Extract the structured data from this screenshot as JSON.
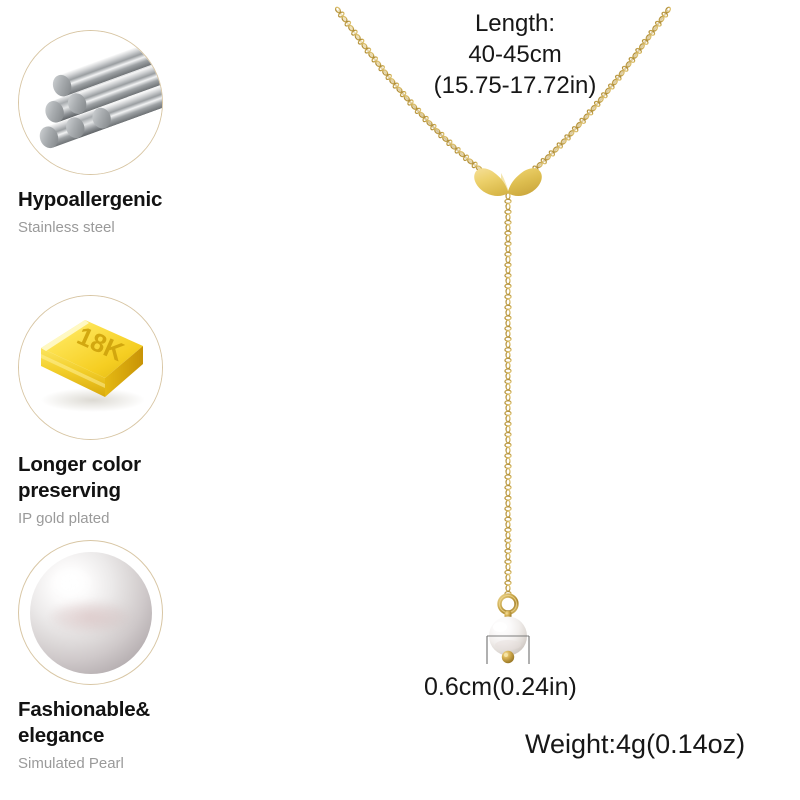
{
  "product": {
    "type": "butterfly lariat necklace with simulated pearl drop",
    "background_color": "#ffffff"
  },
  "features": [
    {
      "icon": "steel-rods-icon",
      "title": "Hypoallergenic",
      "subtitle": "Stainless steel",
      "circle_border_color": "#d8c6a4"
    },
    {
      "icon": "gold-bar-18k-icon",
      "icon_label": "18K",
      "title": "Longer color\npreserving",
      "subtitle": "IP gold plated",
      "circle_border_color": "#d8c6a4"
    },
    {
      "icon": "pearl-icon",
      "title": "Fashionable&\nelegance",
      "subtitle": "Simulated Pearl",
      "circle_border_color": "#d8c6a4"
    }
  ],
  "annotations": {
    "length": "Length:\n40-45cm\n(15.75-17.72in)",
    "pendant_size": "0.6cm(0.24in)",
    "weight": "Weight:4g(0.14oz)"
  },
  "colors": {
    "gold_chain": "#c9a84c",
    "gold_light": "#e8cf86",
    "gold_dark": "#a8842f",
    "butterfly_gold": "#e6c65c",
    "pearl_white": "#f6f4f2",
    "title_text": "#121212",
    "subtitle_text": "#9a9a9a",
    "annotation_text": "#171717",
    "measure_line": "#6a6a6a"
  }
}
